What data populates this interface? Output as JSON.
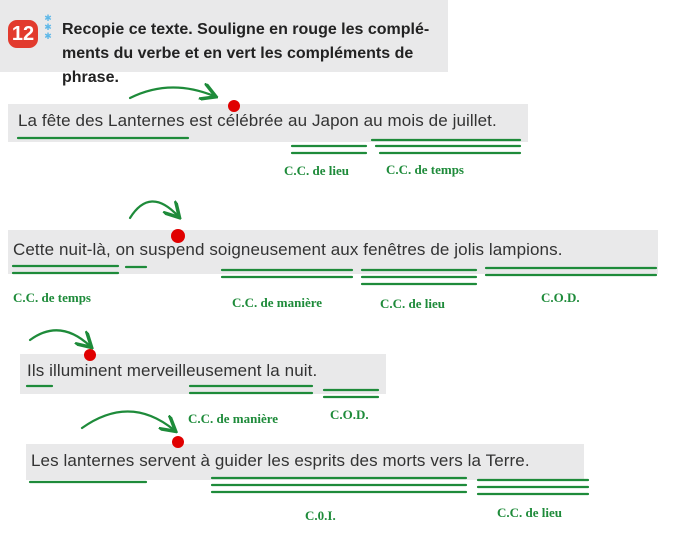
{
  "exercise": {
    "number": "12",
    "stars_icon": "stars-icon",
    "instruction_line1": "Recopie ce texte. Souligne en rouge les complé-",
    "instruction_line2": "ments du verbe et en vert les compléments de phrase."
  },
  "sentences": [
    "La fête des Lanternes est célébrée au Japon au mois  de juillet.",
    "Cette nuit-là, on suspend soigneusement  aux fenêtres de jolis lampions.",
    "Ils illuminent merveilleusement la nuit.",
    "Les lanternes servent à  guider les esprits des morts vers la Terre."
  ],
  "labels": {
    "s1_lieu": "C.C. de lieu",
    "s1_temps": "C.C. de temps",
    "s2_temps": "C.C. de temps",
    "s2_maniere": "C.C. de manière",
    "s2_lieu": "C.C. de lieu",
    "s2_cod": "C.O.D.",
    "s3_maniere": "C.C. de manière",
    "s3_cod": "C.O.D.",
    "s4_coi": "C.0.I.",
    "s4_lieu": "C.C. de lieu"
  },
  "colors": {
    "underline_green": "#1e8b3a",
    "verb_dot_red": "#e00000",
    "badge_red": "#e23b2e"
  }
}
